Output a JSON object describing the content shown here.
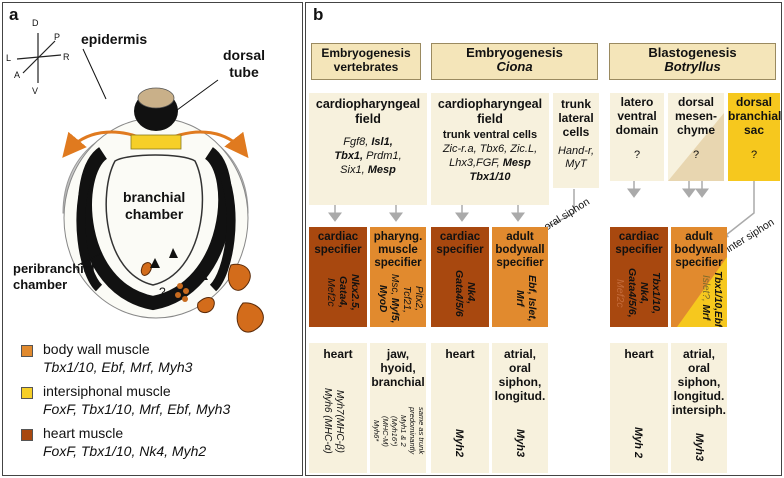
{
  "panel_a": {
    "label": "a",
    "axes": {
      "d": "D",
      "p": "P",
      "l": "L",
      "r": "R",
      "a": "A",
      "v": "V"
    },
    "labels": {
      "epidermis": "epidermis",
      "dorsal_tube": "dorsal\ntube",
      "branchial_chamber": "branchial\nchamber",
      "peribranchial_chamber": "peribranchial\nchamber",
      "question": "?"
    },
    "legend": [
      {
        "title": "body wall muscle",
        "genes": "Tbx1/10, Ebf, Mrf, Myh3",
        "color": "#e18a2e"
      },
      {
        "title": "intersiphonal muscle",
        "genes": "FoxF, Tbx1/10, Mrf, Ebf, Myh3",
        "color": "#f6cf28"
      },
      {
        "title": "heart muscle",
        "genes": "FoxF, Tbx1/10, Nk4, Myh2",
        "color": "#a8480f"
      }
    ]
  },
  "panel_b": {
    "label": "b",
    "headers": {
      "vert": "Embryogenesis\nvertebrates",
      "ciona": "Embryogenesis",
      "ciona_italic": "Ciona",
      "botryllus": "Blastogenesis",
      "botryllus_italic": "Botryllus"
    },
    "vert": {
      "field_title": "cardiopharyngeal\nfield",
      "genes": [
        "Fgf8, ",
        "Isl1,",
        "Tbx1,",
        " Prdm1,",
        "Six1, ",
        "Mesp"
      ],
      "cardiac_label": "cardiac\nspecifier",
      "cardiac_genes": [
        "Nkx2.5,",
        "Gata4,",
        "Mef2c"
      ],
      "pharyng_label": "pharyng.\nmuscle\nspecifier",
      "pharyng_genes": [
        "Pitx2, Tcf21,",
        "Msc, ",
        "Myf5,",
        "MyoD"
      ],
      "heart": "heart",
      "heart_genes": [
        "Myh7(MHC-β)",
        "Myh6 (MHC-α)"
      ],
      "jaw": "jaw,\nhyoid,\nbranchial",
      "jaw_genes": [
        "same as trunk",
        "predominantly",
        "Myh1 & 2",
        "(Myh16*)",
        "(MHC-M)",
        "Myh6*"
      ]
    },
    "ciona": {
      "field_title": "cardiopharyngeal\nfield",
      "trunk_ventral": "trunk ventral cells",
      "genes_line1": "Zic-r.a, Tbx6, Zic.L,",
      "genes_line2a": "Lhx3,FGF, ",
      "genes_line2b": "Mesp",
      "genes_line3": "Tbx1/10",
      "trunk_lateral": "trunk\nlateral\ncells",
      "lateral_genes": "Hand-r,\nMyT",
      "cardiac_label": "cardiac\nspecifier",
      "cardiac_genes": "Nk4, Gata4/5/6",
      "adult_label": "adult\nbodywall\nspecifier",
      "adult_genes": "Ebf, Islet, Mrf",
      "oral_siphon": "oral siphon",
      "heart": "heart",
      "heart_gene": "Myh2",
      "atrial": "atrial,\noral\nsiphon,\nlongitud.",
      "atrial_gene": "Myh3"
    },
    "botryllus": {
      "latero": "latero\nventral\ndomain",
      "dorsal_mes": "dorsal\nmesen-\nchyme",
      "dorsal_branch": "dorsal\nbranchial\nsac",
      "q": "?",
      "cardiac_label": "cardiac\nspecifier",
      "cardiac_genes_a": "Tbx1/10, Nk4,",
      "cardiac_genes_b": "Gata4/5/6,",
      "cardiac_genes_c": "Mef2c",
      "adult_label": "adult\nbodywall\nspecifier",
      "adult_genes_a": "Tbx1/10,Ebf",
      "adult_genes_b": "Islet?, ",
      "adult_genes_c": "Mrf",
      "inter_siphon": "inter siphon",
      "heart": "heart",
      "heart_gene": "Myh 2",
      "atrial": "atrial,\noral\nsiphon,\nlongitud.\nintersiph.",
      "atrial_gene": "Myh3"
    }
  }
}
